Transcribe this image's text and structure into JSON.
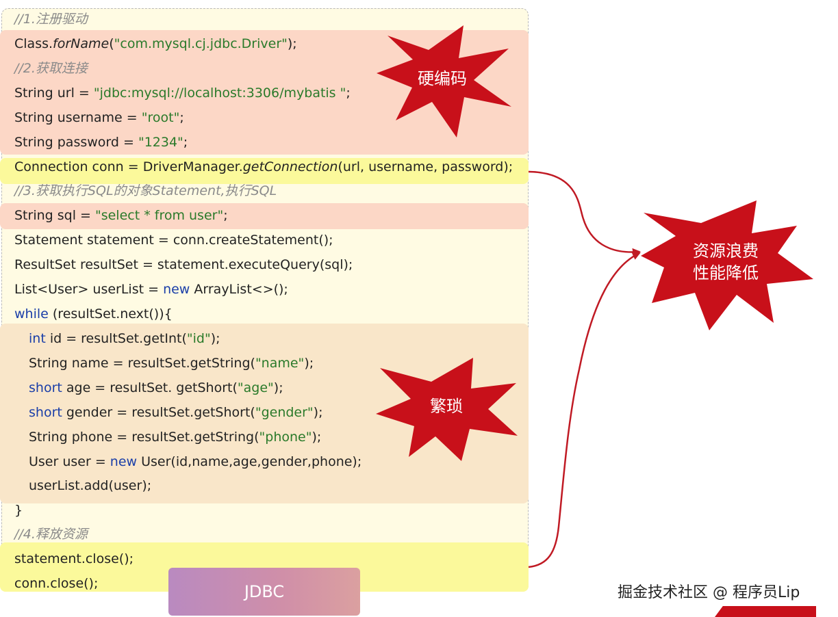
{
  "code": {
    "l1": "//1.注册驱动",
    "l2": {
      "a": "Class.",
      "b": "forName",
      "c": "(",
      "d": "\"com.mysql.cj.jdbc.Driver\"",
      "e": ");"
    },
    "l3": "//2.获取连接",
    "l4": {
      "a": "String url = ",
      "b": "\"jdbc:mysql://localhost:3306/mybatis \"",
      "c": ";"
    },
    "l5": {
      "a": "String username = ",
      "b": "\"root\"",
      "c": ";"
    },
    "l6": {
      "a": "String password = ",
      "b": "\"1234\"",
      "c": ";"
    },
    "l7": {
      "a": "Connection conn = DriverManager.",
      "b": "getConnection",
      "c": "(url, username, password);"
    },
    "l8": "//3.获取执行SQL的对象Statement,执行SQL",
    "l9": {
      "a": "String sql = ",
      "b": "\"select * from user\"",
      "c": ";"
    },
    "l10": "Statement statement = conn.createStatement();",
    "l11": "ResultSet resultSet = statement.executeQuery(sql);",
    "l12": {
      "a": "List<User> userList = ",
      "b": "new",
      "c": " ArrayList<>();"
    },
    "l13": {
      "a": "while",
      "b": " (resultSet.next()){"
    },
    "l14": {
      "a": "int",
      "b": " id = resultSet.getInt(",
      "c": "\"id\"",
      "d": ");"
    },
    "l15": {
      "a": "String name = resultSet.getString(",
      "b": "\"name\"",
      "c": ");"
    },
    "l16": {
      "a": "short",
      "b": " age = resultSet. getShort(",
      "c": "\"age\"",
      "d": ");"
    },
    "l17": {
      "a": "short",
      "b": " gender = resultSet.getShort(",
      "c": "\"gender\"",
      "d": ");"
    },
    "l18": {
      "a": "String phone = resultSet.getString(",
      "b": "\"phone\"",
      "c": ");"
    },
    "l19": {
      "a": "User user = ",
      "b": "new",
      "c": " User(id,name,age,gender,phone);"
    },
    "l20": "userList.add(user);",
    "l21": "}",
    "l22": "//4.释放资源",
    "l23": "statement.close();",
    "l24": "conn.close();"
  },
  "callouts": {
    "hardcode": "硬编码",
    "waste_line1": "资源浪费",
    "waste_line2": "性能降低",
    "tedious": "繁琐"
  },
  "tab_label": "JDBC",
  "watermark": "掘金技术社区 @ 程序员Lip",
  "colors": {
    "star_red": "#c8101a",
    "arrow_red": "#c01a24",
    "highlight_red": "#fcd7c6",
    "highlight_yellow": "#fbf99b",
    "highlight_tan": "#f9e6c9"
  }
}
